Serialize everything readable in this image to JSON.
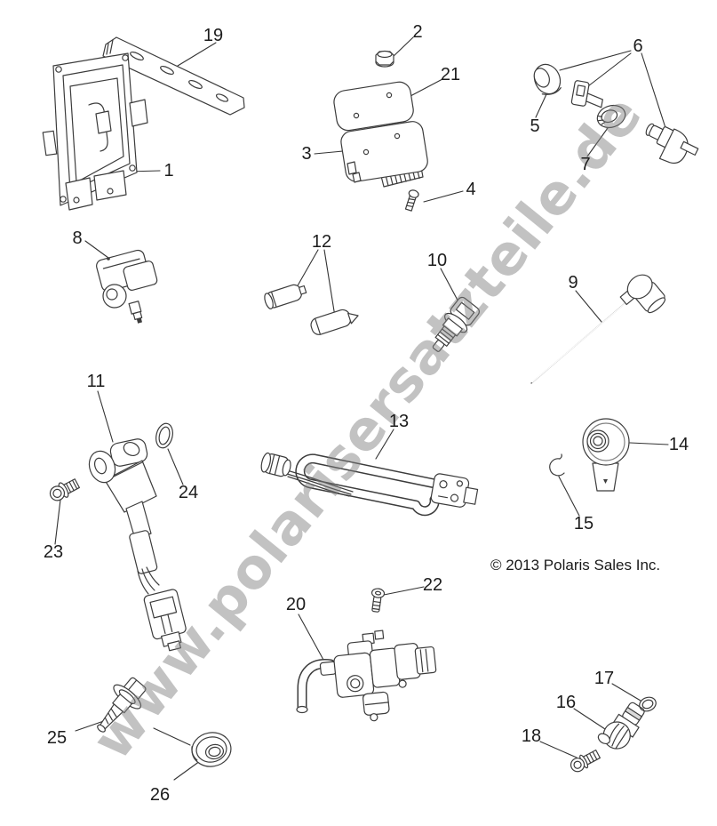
{
  "watermark": {
    "text": "www.polarisersatzteile.de"
  },
  "footer": {
    "copyright": "© 2013 Polaris Sales Inc."
  },
  "callouts": [
    {
      "label": "1"
    },
    {
      "label": "2"
    },
    {
      "label": "3"
    },
    {
      "label": "4"
    },
    {
      "label": "5"
    },
    {
      "label": "6"
    },
    {
      "label": "7"
    },
    {
      "label": "8"
    },
    {
      "label": "9"
    },
    {
      "label": "10"
    },
    {
      "label": "11"
    },
    {
      "label": "12"
    },
    {
      "label": "13"
    },
    {
      "label": "14"
    },
    {
      "label": "15"
    },
    {
      "label": "16"
    },
    {
      "label": "17"
    },
    {
      "label": "18"
    },
    {
      "label": "19"
    },
    {
      "label": "20"
    },
    {
      "label": "21"
    },
    {
      "label": "22"
    },
    {
      "label": "23"
    },
    {
      "label": "24"
    },
    {
      "label": "25"
    },
    {
      "label": "26"
    }
  ]
}
